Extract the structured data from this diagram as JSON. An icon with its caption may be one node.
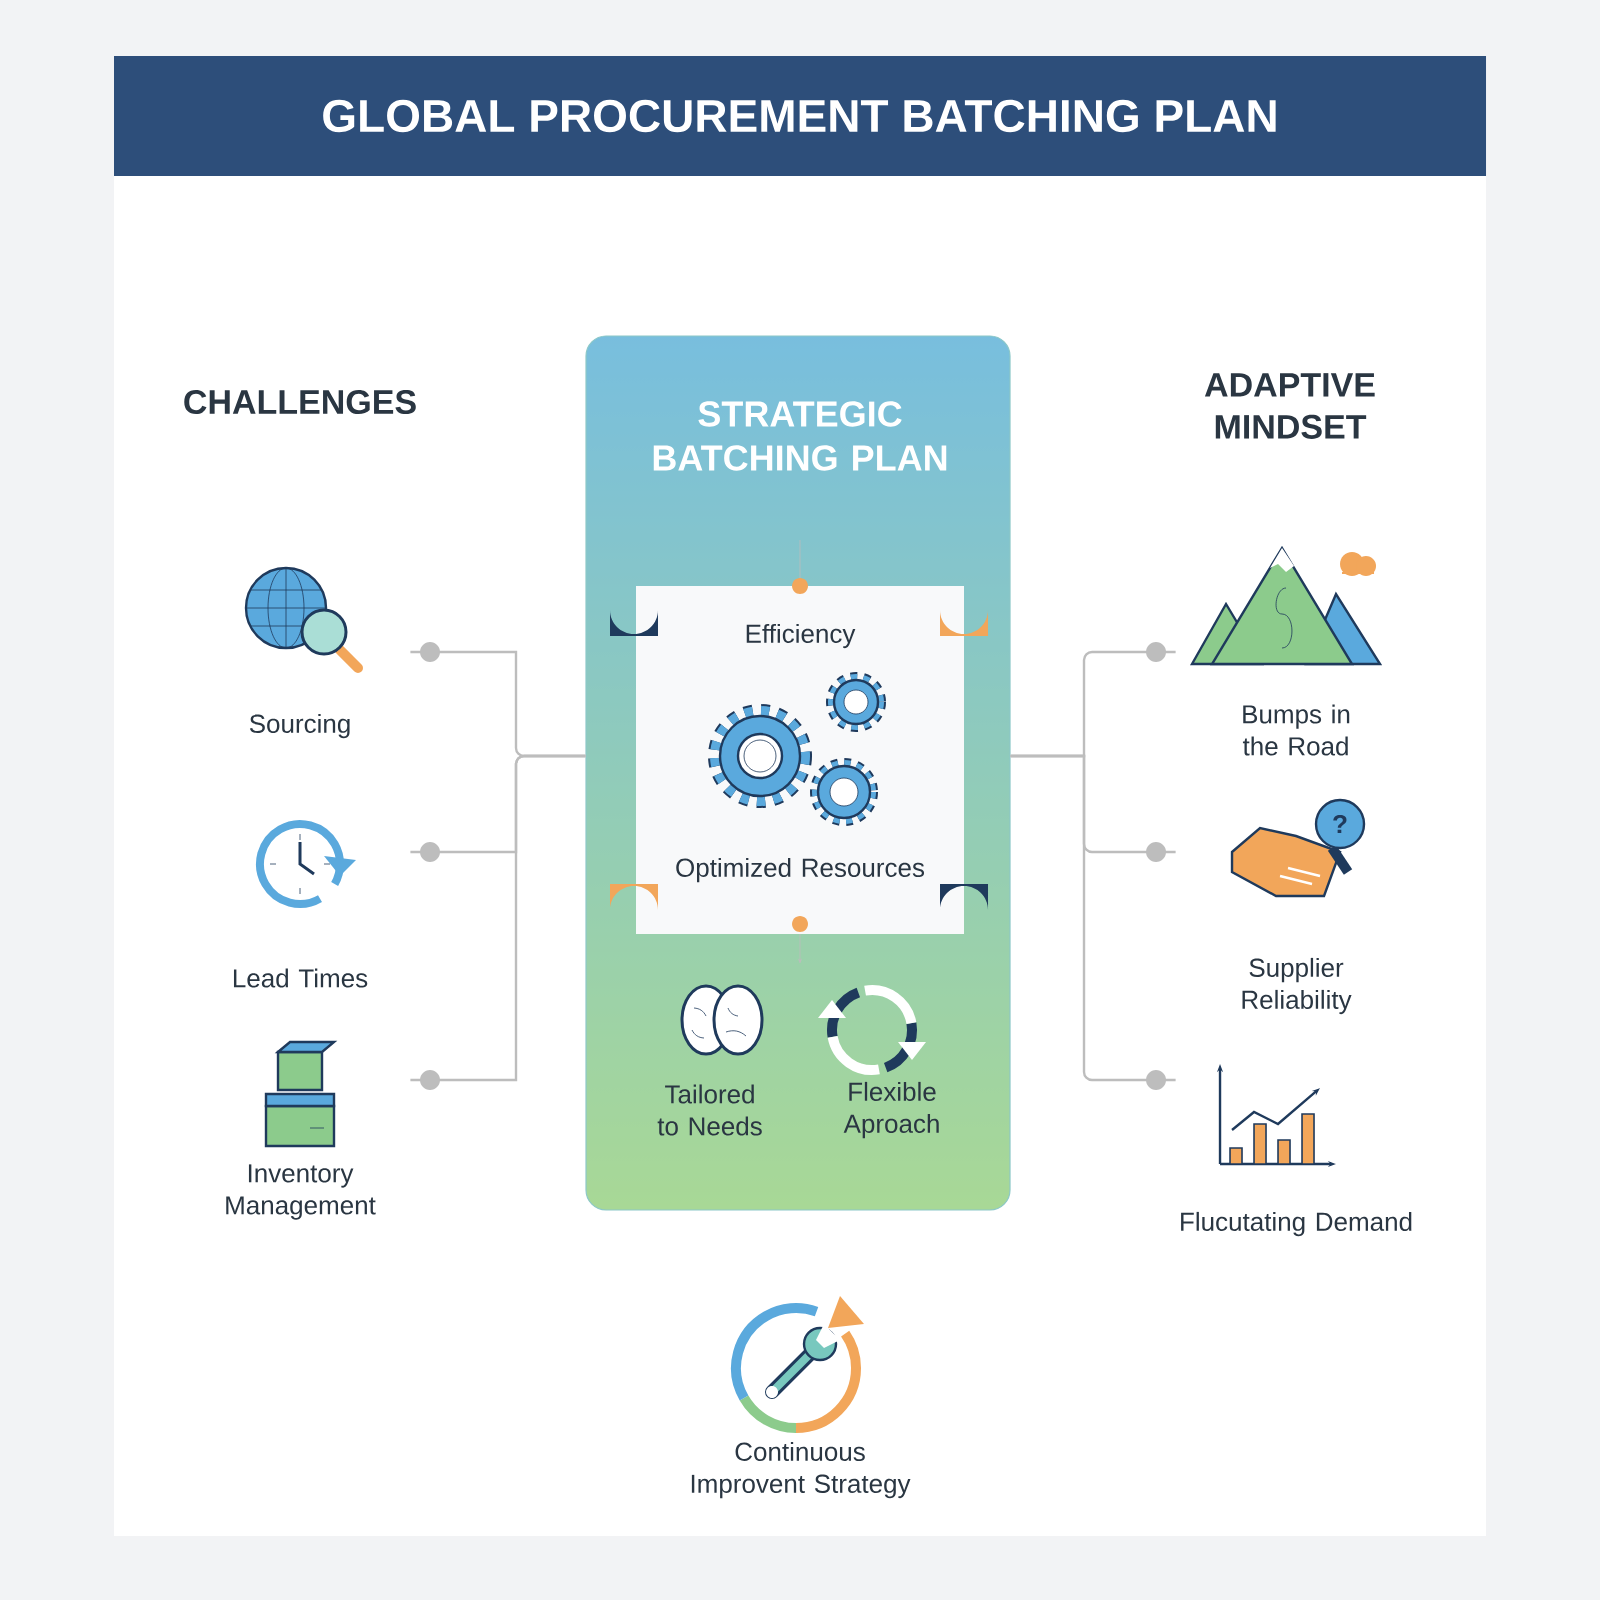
{
  "diagram": {
    "title": "GLOBAL PROCUREMENT BATCHING PLAN",
    "nodes": [
      {
        "text": [
          "Sourcing"
        ]
      },
      {
        "text": [
          "Lead Times"
        ]
      },
      {
        "text": [
          "Inventory Management"
        ]
      },
      {
        "text": [
          "STRATEGIC BATCHING PLAN"
        ]
      },
      {
        "text": [
          "Efficiency",
          "Optimized Resources"
        ],
        "in": 3
      },
      {
        "text": [
          "Tailored to Needs"
        ],
        "in": 3
      },
      {
        "text": [
          "Flexible Aproach"
        ],
        "in": 3
      },
      {
        "text": [
          "Bumps in the Road"
        ]
      },
      {
        "text": [
          "Supplier Reliability"
        ]
      },
      {
        "text": [
          "Flucutating Demand"
        ]
      },
      {
        "text": [
          "Continuous Improvent Strategy"
        ]
      }
    ],
    "edges": [
      {
        "from": 0,
        "to": 3,
        "arrow": "none"
      },
      {
        "from": 1,
        "to": 3,
        "arrow": "none"
      },
      {
        "from": 2,
        "to": 3,
        "arrow": "none"
      },
      {
        "from": 3,
        "to": 7,
        "arrow": "none"
      },
      {
        "from": 3,
        "to": 8,
        "arrow": "none"
      },
      {
        "from": 3,
        "to": 9,
        "arrow": "none"
      }
    ],
    "labels": [
      "CHALLENGES",
      "ADAPTIVE MINDSET",
      "?"
    ]
  }
}
